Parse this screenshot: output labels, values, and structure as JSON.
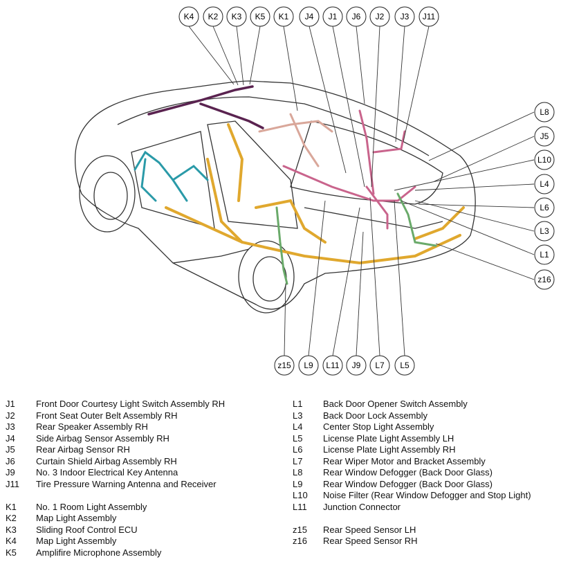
{
  "callouts_top": [
    "K4",
    "K2",
    "K3",
    "K5",
    "K1",
    "J4",
    "J1",
    "J6",
    "J2",
    "J3",
    "J11"
  ],
  "callouts_right": [
    "L8",
    "J5",
    "L10",
    "L4",
    "L6",
    "L3",
    "L1",
    "z16"
  ],
  "callouts_bottom": [
    "z15",
    "L9",
    "L11",
    "J9",
    "L7",
    "L5"
  ],
  "legend": {
    "left": [
      {
        "code": "J1",
        "desc": "Front Door Courtesy Light Switch Assembly RH"
      },
      {
        "code": "J2",
        "desc": "Front Seat Outer Belt Assembly RH"
      },
      {
        "code": "J3",
        "desc": "Rear Speaker Assembly RH"
      },
      {
        "code": "J4",
        "desc": "Side Airbag Sensor Assembly RH"
      },
      {
        "code": "J5",
        "desc": "Rear Airbag Sensor RH"
      },
      {
        "code": "J6",
        "desc": "Curtain Shield Airbag Assembly RH"
      },
      {
        "code": "J9",
        "desc": "No. 3 Indoor Electrical Key Antenna"
      },
      {
        "code": "J11",
        "desc": "Tire Pressure Warning Antenna and Receiver"
      },
      {
        "code": "",
        "desc": ""
      },
      {
        "code": "K1",
        "desc": "No. 1 Room Light Assembly"
      },
      {
        "code": "K2",
        "desc": "Map Light Assembly"
      },
      {
        "code": "K3",
        "desc": "Sliding Roof Control ECU"
      },
      {
        "code": "K4",
        "desc": "Map Light Assembly"
      },
      {
        "code": "K5",
        "desc": "Amplifire Microphone Assembly"
      }
    ],
    "right": [
      {
        "code": "L1",
        "desc": "Back Door Opener Switch Assembly"
      },
      {
        "code": "L3",
        "desc": "Back Door Lock Assembly"
      },
      {
        "code": "L4",
        "desc": "Center Stop Light Assembly"
      },
      {
        "code": "L5",
        "desc": "License Plate Light Assembly LH"
      },
      {
        "code": "L6",
        "desc": "License Plate Light Assembly RH"
      },
      {
        "code": "L7",
        "desc": "Rear Wiper Motor and Bracket Assembly"
      },
      {
        "code": "L8",
        "desc": "Rear Window Defogger (Back Door Glass)"
      },
      {
        "code": "L9",
        "desc": "Rear Window Defogger (Back Door Glass)"
      },
      {
        "code": "L10",
        "desc": "Noise Filter (Rear Window Defogger and Stop Light)"
      },
      {
        "code": "L11",
        "desc": "Junction Connector"
      },
      {
        "code": "",
        "desc": ""
      },
      {
        "code": "z15",
        "desc": "Rear Speed Sensor LH"
      },
      {
        "code": "z16",
        "desc": "Rear Speed Sensor RH"
      }
    ]
  },
  "colors": {
    "harness_orange": "#e0a82e",
    "harness_purple": "#5a2350",
    "harness_pink": "#c9648c",
    "harness_teal": "#2a9aa8",
    "harness_green": "#6aaa6a",
    "harness_tan": "#d9a79a"
  }
}
